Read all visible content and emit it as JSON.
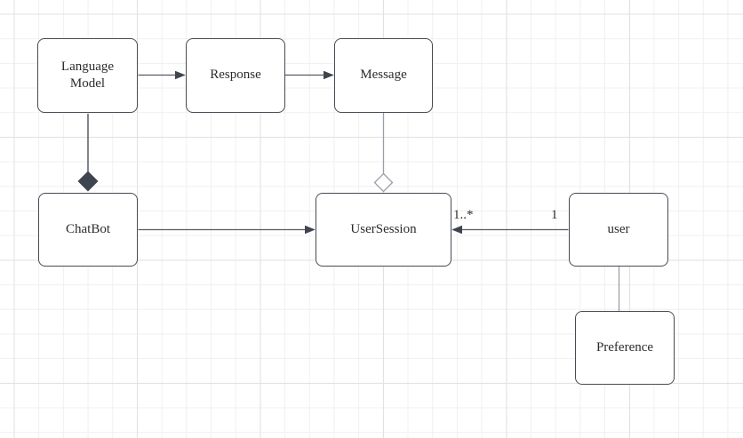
{
  "canvas": {
    "background_color": "#ffffff",
    "grid_minor_color": "#f0f0f0",
    "grid_major_color": "#e2e2e2"
  },
  "colors": {
    "node_border": "#454b54",
    "node_fill": "#ffffff",
    "edge_dark": "#545a63",
    "edge_light": "#999fa7",
    "arrowhead_fill": "#3f454f",
    "composition_diamond_fill": "#3f454f",
    "aggregation_diamond_fill": "#ffffff",
    "text": "#2b2b2b"
  },
  "nodes": {
    "language_model": {
      "label": "Language Model"
    },
    "response": {
      "label": "Response"
    },
    "message": {
      "label": "Message"
    },
    "chatbot": {
      "label": "ChatBot"
    },
    "user_session": {
      "label": "UserSession"
    },
    "user": {
      "label": "user"
    },
    "preference": {
      "label": "Preference"
    }
  },
  "edges": {
    "language_model_to_response": {
      "type": "directed-arrow",
      "from": "Language Model",
      "to": "Response"
    },
    "response_to_message": {
      "type": "directed-arrow",
      "from": "Response",
      "to": "Message"
    },
    "chatbot_composition_language_model": {
      "type": "composition",
      "diamond": "filled",
      "diamond_end": "ChatBot",
      "other_end": "Language Model"
    },
    "user_session_aggregation_message": {
      "type": "aggregation",
      "diamond": "hollow",
      "diamond_end": "UserSession",
      "other_end": "Message"
    },
    "chatbot_to_user_session": {
      "type": "directed-arrow",
      "from": "ChatBot",
      "to": "UserSession"
    },
    "user_to_user_session": {
      "type": "directed-arrow",
      "from": "user",
      "to": "UserSession",
      "source_multiplicity": "1",
      "target_multiplicity": "1..*"
    },
    "user_to_preference": {
      "type": "plain-line",
      "from": "user",
      "to": "Preference"
    }
  }
}
